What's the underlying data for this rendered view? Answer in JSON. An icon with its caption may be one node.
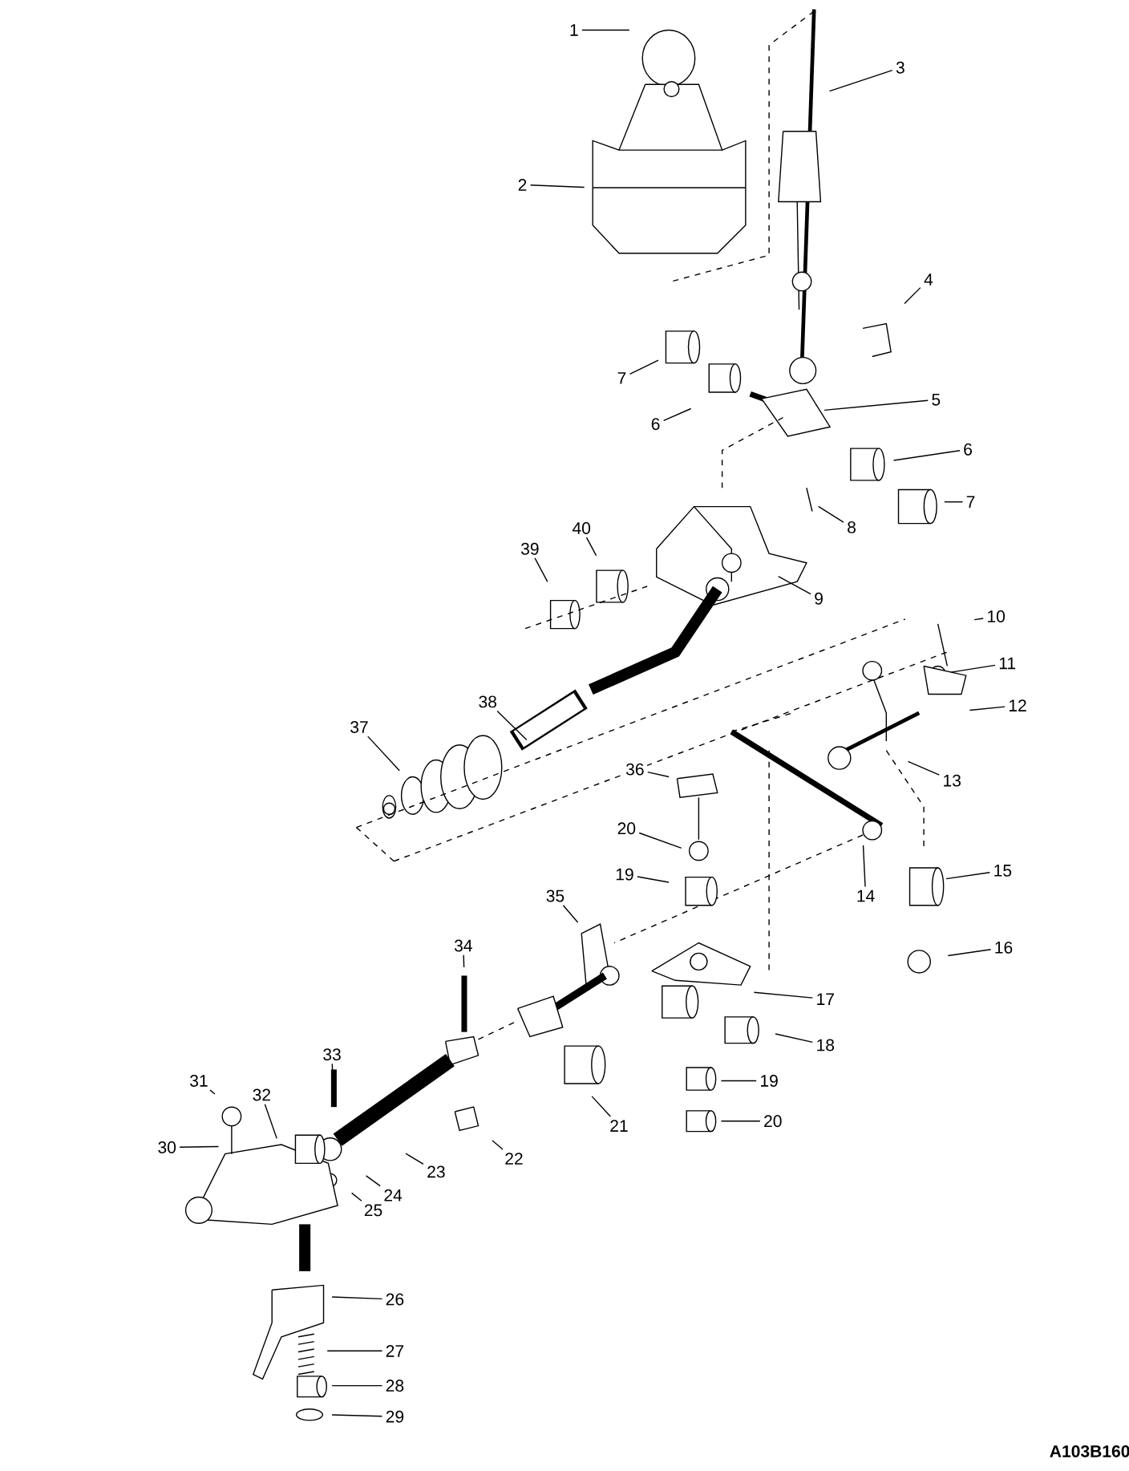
{
  "diagram": {
    "nodes": [
      {
        "text": [
          "1"
        ]
      },
      {
        "text": [
          "2"
        ]
      },
      {
        "text": [
          "3"
        ]
      },
      {
        "text": [
          "4"
        ]
      },
      {
        "text": [
          "7"
        ]
      },
      {
        "text": [
          "6"
        ]
      },
      {
        "text": [
          "5"
        ]
      },
      {
        "text": [
          "6"
        ]
      },
      {
        "text": [
          "7"
        ]
      },
      {
        "text": [
          "8"
        ]
      },
      {
        "text": [
          "39"
        ]
      },
      {
        "text": [
          "40"
        ]
      },
      {
        "text": [
          "9"
        ]
      },
      {
        "text": [
          "10"
        ]
      },
      {
        "text": [
          "11"
        ]
      },
      {
        "text": [
          "12"
        ]
      },
      {
        "text": [
          "38"
        ]
      },
      {
        "text": [
          "37"
        ]
      },
      {
        "text": [
          "13"
        ]
      },
      {
        "text": [
          "36"
        ]
      },
      {
        "text": [
          "20"
        ]
      },
      {
        "text": [
          "19"
        ]
      },
      {
        "text": [
          "14"
        ]
      },
      {
        "text": [
          "15"
        ]
      },
      {
        "text": [
          "35"
        ]
      },
      {
        "text": [
          "16"
        ]
      },
      {
        "text": [
          "34"
        ]
      },
      {
        "text": [
          "17"
        ]
      },
      {
        "text": [
          "18"
        ]
      },
      {
        "text": [
          "33"
        ]
      },
      {
        "text": [
          "31"
        ]
      },
      {
        "text": [
          "32"
        ]
      },
      {
        "text": [
          "30"
        ]
      },
      {
        "text": [
          "21"
        ]
      },
      {
        "text": [
          "19"
        ]
      },
      {
        "text": [
          "22"
        ]
      },
      {
        "text": [
          "20"
        ]
      },
      {
        "text": [
          "23"
        ]
      },
      {
        "text": [
          "24"
        ]
      },
      {
        "text": [
          "25"
        ]
      },
      {
        "text": [
          "26"
        ]
      },
      {
        "text": [
          "27"
        ]
      },
      {
        "text": [
          "28"
        ]
      },
      {
        "text": [
          "29"
        ]
      }
    ],
    "edges": [
      {
        "from": 0,
        "to": null,
        "arrow": "none"
      },
      {
        "from": 1,
        "to": null,
        "arrow": "none"
      },
      {
        "from": 2,
        "to": null,
        "arrow": "none"
      },
      {
        "from": 3,
        "to": null,
        "arrow": "none"
      },
      {
        "from": 4,
        "to": null,
        "arrow": "none"
      },
      {
        "from": 5,
        "to": null,
        "arrow": "none"
      },
      {
        "from": 6,
        "to": null,
        "arrow": "none"
      },
      {
        "from": 7,
        "to": null,
        "arrow": "none"
      },
      {
        "from": 8,
        "to": null,
        "arrow": "none"
      },
      {
        "from": 9,
        "to": null,
        "arrow": "none"
      },
      {
        "from": 10,
        "to": null,
        "arrow": "none"
      },
      {
        "from": 11,
        "to": null,
        "arrow": "none"
      },
      {
        "from": 12,
        "to": null,
        "arrow": "none"
      },
      {
        "from": 13,
        "to": null,
        "arrow": "none"
      },
      {
        "from": 14,
        "to": null,
        "arrow": "none"
      },
      {
        "from": 15,
        "to": null,
        "arrow": "none"
      },
      {
        "from": 16,
        "to": null,
        "arrow": "none"
      },
      {
        "from": 17,
        "to": null,
        "arrow": "none"
      },
      {
        "from": 18,
        "to": null,
        "arrow": "none"
      },
      {
        "from": 19,
        "to": null,
        "arrow": "none"
      },
      {
        "from": 20,
        "to": null,
        "arrow": "none"
      },
      {
        "from": 21,
        "to": null,
        "arrow": "none"
      },
      {
        "from": 22,
        "to": null,
        "arrow": "none"
      },
      {
        "from": 23,
        "to": null,
        "arrow": "none"
      },
      {
        "from": 24,
        "to": null,
        "arrow": "none"
      },
      {
        "from": 25,
        "to": null,
        "arrow": "none"
      },
      {
        "from": 26,
        "to": null,
        "arrow": "none"
      },
      {
        "from": 27,
        "to": null,
        "arrow": "none"
      },
      {
        "from": 28,
        "to": null,
        "arrow": "none"
      },
      {
        "from": 29,
        "to": null,
        "arrow": "none"
      },
      {
        "from": 30,
        "to": null,
        "arrow": "none"
      },
      {
        "from": 31,
        "to": null,
        "arrow": "none"
      },
      {
        "from": 32,
        "to": null,
        "arrow": "none"
      },
      {
        "from": 33,
        "to": null,
        "arrow": "none"
      },
      {
        "from": 34,
        "to": null,
        "arrow": "none"
      },
      {
        "from": 35,
        "to": null,
        "arrow": "none"
      },
      {
        "from": 36,
        "to": null,
        "arrow": "none"
      },
      {
        "from": 37,
        "to": null,
        "arrow": "none"
      },
      {
        "from": 38,
        "to": null,
        "arrow": "none"
      },
      {
        "from": 39,
        "to": null,
        "arrow": "none"
      },
      {
        "from": 40,
        "to": null,
        "arrow": "none"
      },
      {
        "from": 41,
        "to": null,
        "arrow": "none"
      },
      {
        "from": 42,
        "to": null,
        "arrow": "none"
      },
      {
        "from": 43,
        "to": null,
        "arrow": "none"
      }
    ],
    "labels": [
      "A103B160"
    ]
  }
}
